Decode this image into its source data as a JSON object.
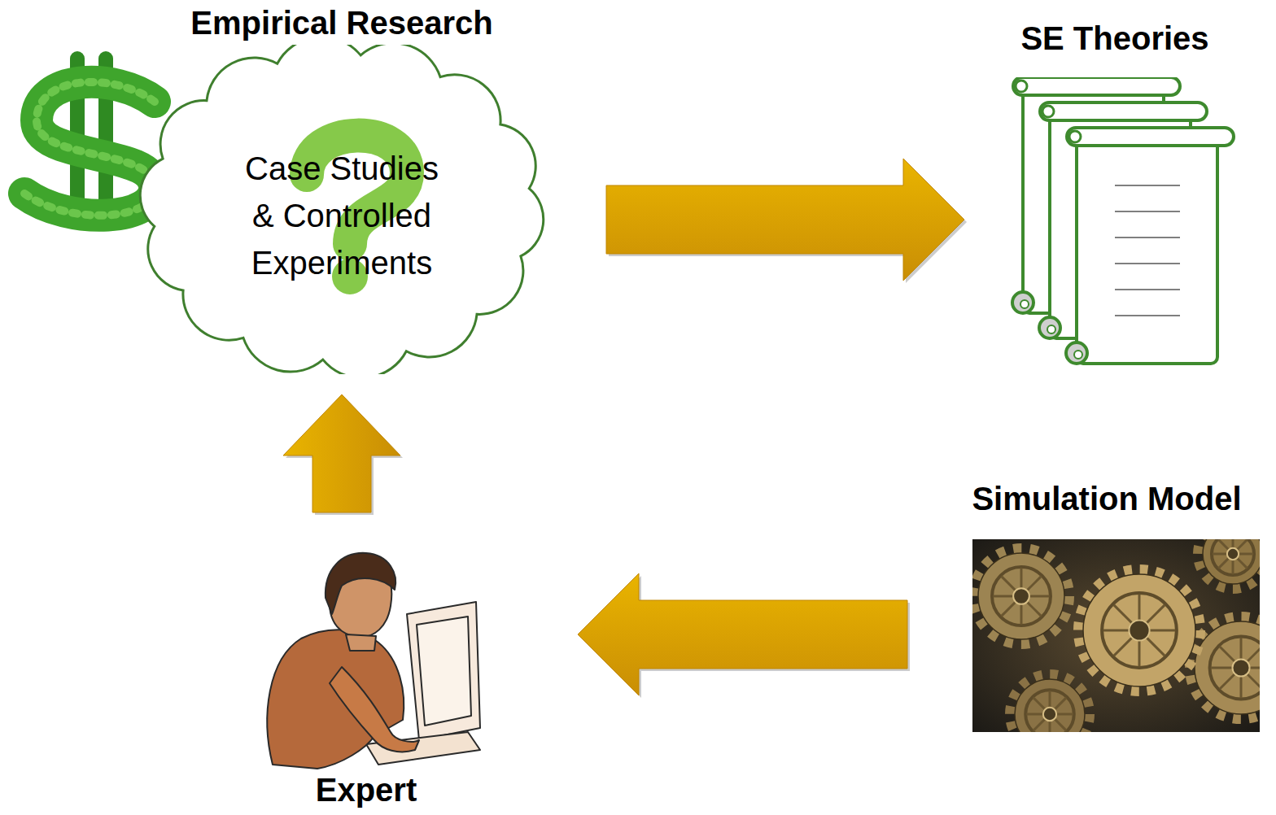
{
  "diagram": {
    "nodes": [
      {
        "text": [
          "Empirical Research",
          "Case Studies & Controlled Experiments"
        ]
      },
      {
        "text": [
          "SE Theories"
        ]
      },
      {
        "text": [
          "Simulation Model"
        ]
      },
      {
        "text": [
          "Expert"
        ]
      }
    ],
    "edges": [
      {
        "from": 0,
        "to": 1,
        "arrow": "to"
      },
      {
        "from": 2,
        "to": 3,
        "arrow": "to"
      },
      {
        "from": 3,
        "to": 0,
        "arrow": "to"
      }
    ]
  }
}
